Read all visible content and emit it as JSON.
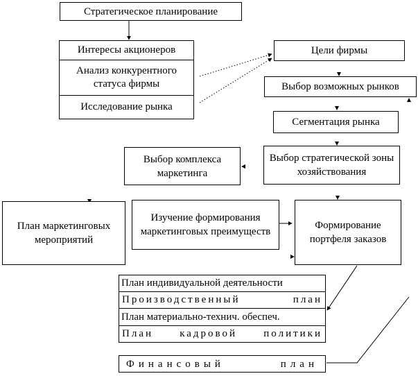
{
  "nodes": {
    "strategic_planning": "Стратегическое планирование",
    "shareholder_interests": "Интересы акционеров",
    "competitive_status": "Анализ конкурентного статуса фирмы",
    "market_research": "Исследование рынка",
    "firm_goals": "Цели фирмы",
    "market_choice": "Выбор возможных рынков",
    "segmentation": "Сегментация рынка",
    "marketing_mix": "Выбор комплекса маркетинга",
    "strategic_zone": "Выбор стратегической зоны хозяйствования",
    "marketing_plan": "План маркетинговых мероприятий",
    "advantages_study": "Изучение формирования маркетинговых преимуществ",
    "order_portfolio": "Формирование портфеля заказов",
    "individual_plan": "План индивидуальной деятельности",
    "production_plan": "Производственный план",
    "material_plan": "План материально-технич. обеспеч.",
    "hr_plan": "План кадровой политики",
    "financial_plan": "Финансовый план"
  }
}
